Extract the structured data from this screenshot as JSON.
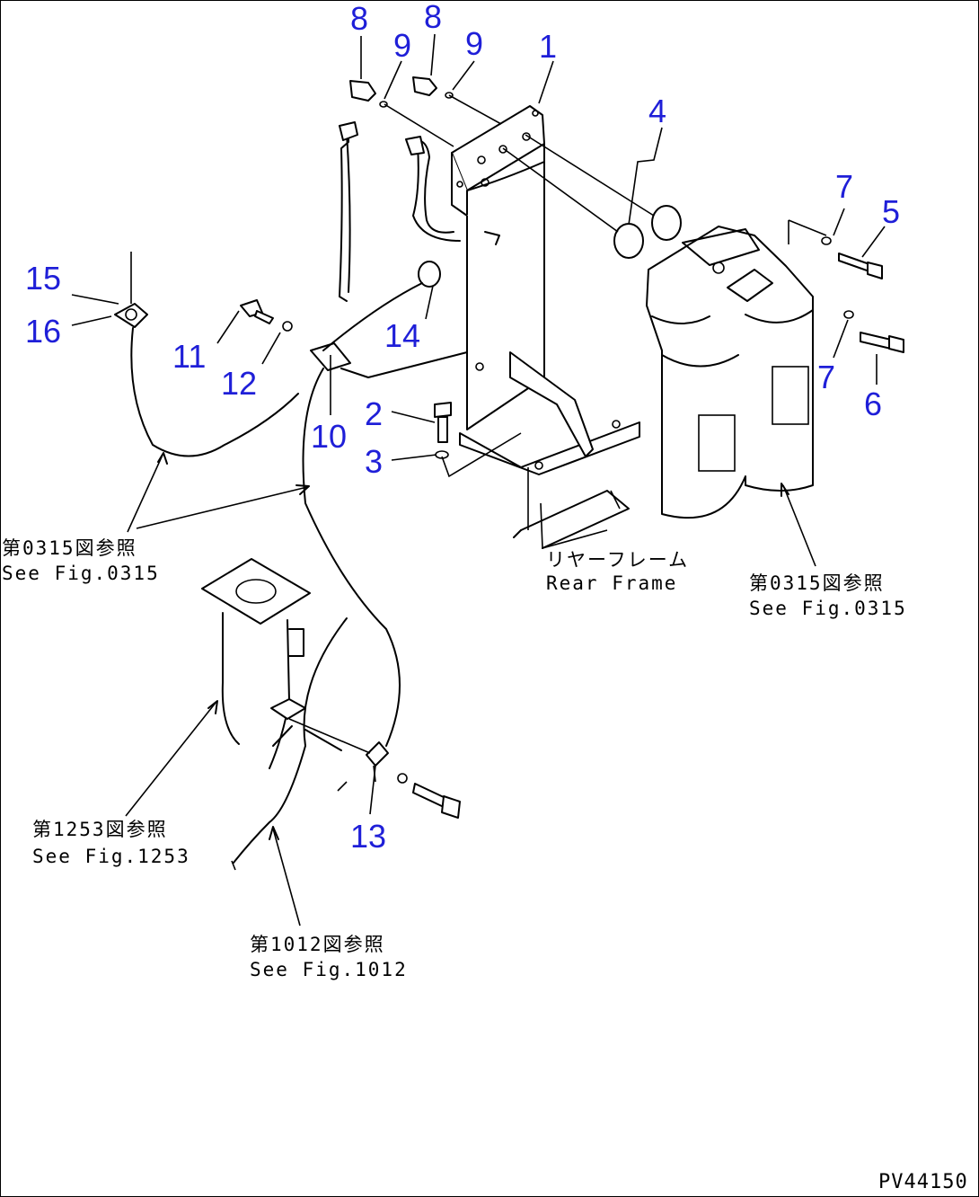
{
  "callouts": [
    "1",
    "2",
    "3",
    "4",
    "5",
    "6",
    "7",
    "7",
    "8",
    "8",
    "9",
    "9",
    "10",
    "11",
    "12",
    "13",
    "14",
    "15",
    "16"
  ],
  "refs": {
    "left_jp": "第0315図参照",
    "left_en": "See Fig.0315",
    "right_jp": "第0315図参照",
    "right_en": "See Fig.0315",
    "fig1253_jp": "第1253図参照",
    "fig1253_en": "See Fig.1253",
    "fig1012_jp": "第1012図参照",
    "fig1012_en": "See Fig.1012",
    "rear_jp": "リヤーフレーム",
    "rear_en": "Rear Frame"
  },
  "drawing_code": "PV44150"
}
